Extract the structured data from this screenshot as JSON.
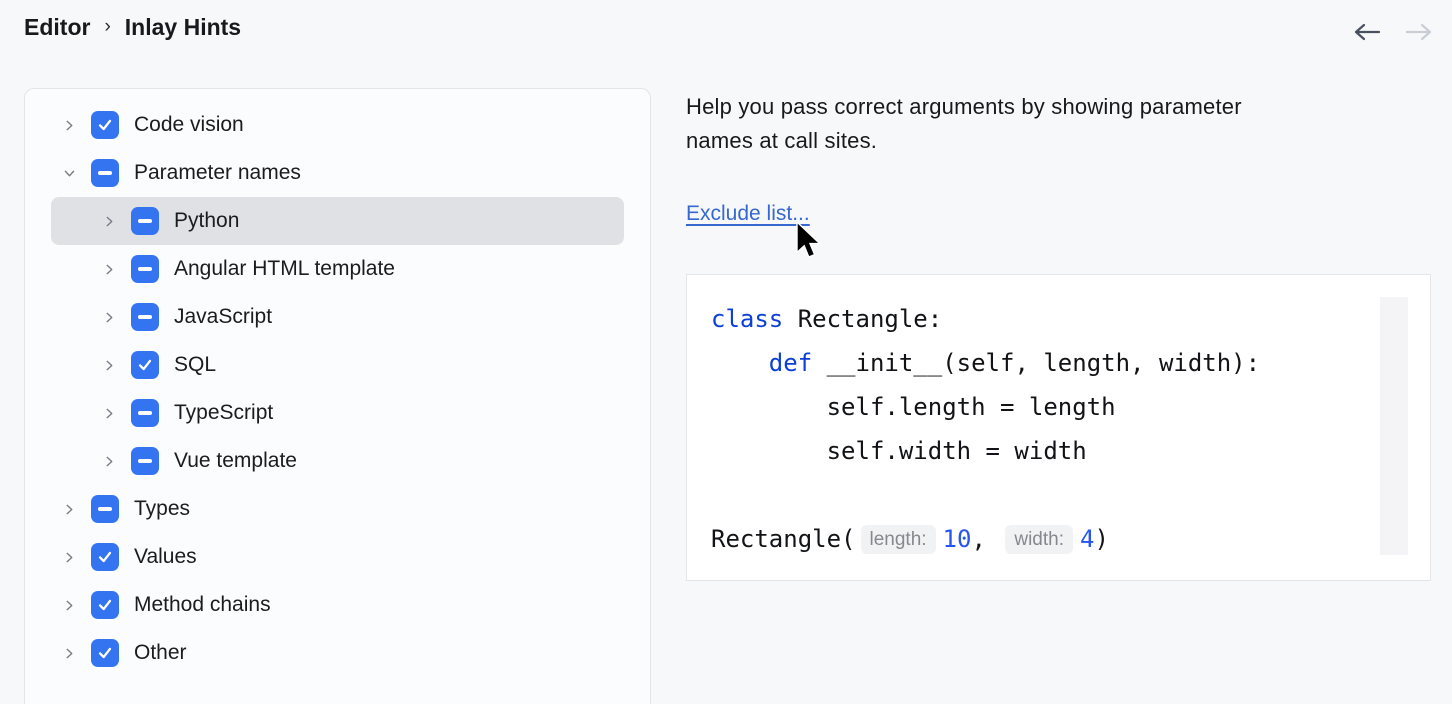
{
  "header": {
    "breadcrumb": {
      "root": "Editor",
      "separator": "›",
      "current": "Inlay Hints"
    }
  },
  "colors": {
    "accent": "#3574F0",
    "selection": "#DFE1E5",
    "keyword_blue": "#0B3FD7",
    "number_blue": "#2555F0",
    "link_blue": "#3668CF",
    "hint_bg": "#F1F2F4",
    "hint_text": "#85888E"
  },
  "tree": {
    "items": [
      {
        "label": "Code vision",
        "level": 0,
        "checkbox": "checked",
        "expanded": false,
        "selected": false
      },
      {
        "label": "Parameter names",
        "level": 0,
        "checkbox": "indeterminate",
        "expanded": true,
        "selected": false
      },
      {
        "label": "Python",
        "level": 1,
        "checkbox": "indeterminate",
        "expanded": false,
        "selected": true
      },
      {
        "label": "Angular HTML template",
        "level": 1,
        "checkbox": "indeterminate",
        "expanded": false,
        "selected": false
      },
      {
        "label": "JavaScript",
        "level": 1,
        "checkbox": "indeterminate",
        "expanded": false,
        "selected": false
      },
      {
        "label": "SQL",
        "level": 1,
        "checkbox": "checked",
        "expanded": false,
        "selected": false
      },
      {
        "label": "TypeScript",
        "level": 1,
        "checkbox": "indeterminate",
        "expanded": false,
        "selected": false
      },
      {
        "label": "Vue template",
        "level": 1,
        "checkbox": "indeterminate",
        "expanded": false,
        "selected": false
      },
      {
        "label": "Types",
        "level": 0,
        "checkbox": "indeterminate",
        "expanded": false,
        "selected": false
      },
      {
        "label": "Values",
        "level": 0,
        "checkbox": "checked",
        "expanded": false,
        "selected": false
      },
      {
        "label": "Method chains",
        "level": 0,
        "checkbox": "checked",
        "expanded": false,
        "selected": false
      },
      {
        "label": "Other",
        "level": 0,
        "checkbox": "checked",
        "expanded": false,
        "selected": false
      }
    ]
  },
  "detail": {
    "description": "Help you pass correct arguments by showing parameter names at call sites.",
    "exclude_link_label": "Exclude list...",
    "code_preview": {
      "lines": [
        [
          {
            "type": "keyword",
            "text": "class"
          },
          {
            "type": "plain",
            "text": " Rectangle:"
          }
        ],
        [
          {
            "type": "plain",
            "text": "    "
          },
          {
            "type": "keyword",
            "text": "def"
          },
          {
            "type": "plain",
            "text": " __init__(self, length, width):"
          }
        ],
        [
          {
            "type": "plain",
            "text": "        self.length = length"
          }
        ],
        [
          {
            "type": "plain",
            "text": "        self.width = width"
          }
        ],
        [],
        [
          {
            "type": "plain",
            "text": "Rectangle("
          },
          {
            "type": "hint",
            "text": "length:"
          },
          {
            "type": "number",
            "text": "10"
          },
          {
            "type": "plain",
            "text": ", "
          },
          {
            "type": "hint",
            "text": "width:"
          },
          {
            "type": "number",
            "text": "4"
          },
          {
            "type": "plain",
            "text": ")"
          }
        ]
      ]
    }
  }
}
